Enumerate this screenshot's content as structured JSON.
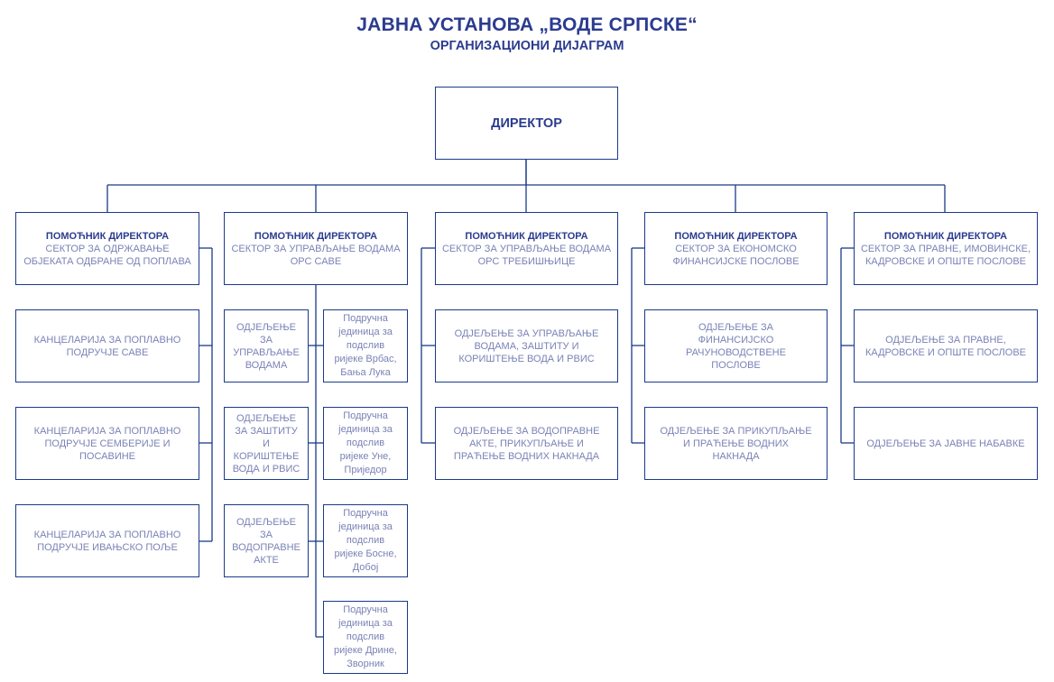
{
  "header": {
    "title": "ЈАВНА УСТАНОВА „ВОДЕ СРПСКЕ“",
    "subtitle": "ОРГАНИЗАЦИОНИ ДИЈАГРАМ"
  },
  "director": {
    "label": "ДИРЕКТОР"
  },
  "sectors": [
    {
      "head": "ПОМОЋНИК ДИРЕКТОРА",
      "name": "СЕКТОР ЗА ОДРЖАВАЊЕ ОБЈЕКАТА ОДБРАНЕ ОД ПОПЛАВА",
      "departments": [
        "КАНЦЕЛАРИЈА ЗА ПОПЛАВНО ПОДРУЧЈЕ САВЕ",
        "КАНЦЕЛАРИЈА ЗА ПОПЛАВНО ПОДРУЧЈЕ СЕМБЕРИЈЕ И ПОСАВИНЕ",
        "КАНЦЕЛАРИЈА ЗА ПОПЛАВНО ПОДРУЧЈЕ ИВАЊСКО ПОЉЕ"
      ]
    },
    {
      "head": "ПОМОЋНИК ДИРЕКТОРА",
      "name": "СЕКТОР ЗА УПРАВЉАЊЕ ВОДАМА ОРС САВЕ",
      "departments": [
        "ОДЈЕЉЕЊЕ ЗА УПРАВЉАЊЕ ВОДАМА",
        "ОДЈЕЉЕЊЕ ЗА ЗАШТИТУ И КОРИШТЕЊЕ ВОДА И РВИС",
        "ОДЈЕЉЕЊЕ ЗА ВОДОПРАВНЕ АКТЕ"
      ],
      "units": [
        "Подручна јединица за подслив ријеке Врбас, Бања Лука",
        "Подручна јединица за подслив ријеке Уне, Приједор",
        "Подручна јединица за подслив ријеке Босне, Добој",
        "Подручна јединица за подслив ријеке Дрине, Зворник"
      ]
    },
    {
      "head": "ПОМОЋНИК ДИРЕКТОРА",
      "name": "СЕКТОР ЗА УПРАВЉАЊЕ ВОДАМА ОРС ТРЕБИШЊИЦЕ",
      "departments": [
        "ОДЈЕЉЕЊЕ ЗА УПРАВЉАЊЕ ВОДАМА, ЗАШТИТУ И КОРИШТЕЊЕ ВОДА И РВИС",
        "ОДЈЕЉЕЊЕ ЗА ВОДОПРАВНЕ АКТЕ, ПРИКУПЉАЊЕ И ПРАЋЕЊЕ ВОДНИХ НАКНАДА"
      ]
    },
    {
      "head": "ПОМОЋНИК ДИРЕКТОРА",
      "name": "СЕКТОР ЗА ЕКОНОМСКО ФИНАНСИЈСКЕ ПОСЛОВЕ",
      "departments": [
        "ОДЈЕЉЕЊЕ ЗА ФИНАНСИЈСКО РАЧУНОВОДСТВЕНЕ ПОСЛОВЕ",
        "ОДЈЕЉЕЊЕ ЗА ПРИКУПЉАЊЕ И ПРАЋЕЊЕ ВОДНИХ НАКНАДА"
      ]
    },
    {
      "head": "ПОМОЋНИК ДИРЕКТОРА",
      "name": "СЕКТОР ЗА ПРАВНЕ, ИМОВИНСКЕ, КАДРОВСКЕ И ОПШТЕ ПОСЛОВЕ",
      "departments": [
        "ОДЈЕЉЕЊЕ ЗА ПРАВНЕ, КАДРОВСКЕ И ОПШТЕ ПОСЛОВЕ",
        "ОДЈЕЉЕЊЕ ЗА ЈАВНЕ НАБАВКЕ"
      ]
    }
  ]
}
